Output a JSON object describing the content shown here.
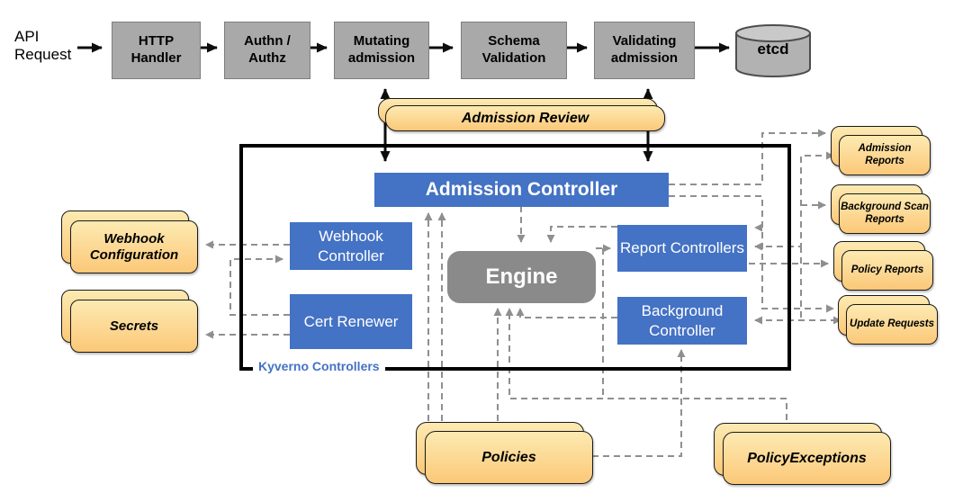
{
  "colors": {
    "accent_blue": "#4472c4",
    "pipeline_gray": "#a9a9a9",
    "engine_gray": "#8a8a8a",
    "resource_yellow_top": "#fdeab2",
    "resource_yellow_bottom": "#fbc878",
    "connector_dash_gray": "#8f8f8f"
  },
  "api_request": {
    "label": "API Request"
  },
  "pipeline": {
    "boxes": [
      {
        "label": "HTTP Handler"
      },
      {
        "label": "Authn / Authz"
      },
      {
        "label": "Mutating admission"
      },
      {
        "label": "Schema Validation"
      },
      {
        "label": "Validating admission"
      }
    ],
    "datastore": {
      "label": "etcd"
    }
  },
  "admission_review": {
    "label": "Admission Review"
  },
  "kyverno": {
    "frame_label": "Kyverno Controllers",
    "admission_controller": "Admission Controller",
    "webhook_controller": "Webhook Controller",
    "cert_renewer": "Cert Renewer",
    "engine": "Engine",
    "report_controllers": "Report Controllers",
    "background_controller": "Background Controller"
  },
  "left_resources": [
    {
      "label": "Webhook Configuration"
    },
    {
      "label": "Secrets"
    }
  ],
  "right_resources": [
    {
      "label": "Admission Reports"
    },
    {
      "label": "Background Scan Reports"
    },
    {
      "label": "Policy Reports"
    },
    {
      "label": "Update Requests"
    }
  ],
  "bottom_resources": [
    {
      "label": "Policies"
    },
    {
      "label": "PolicyExceptions"
    }
  ]
}
